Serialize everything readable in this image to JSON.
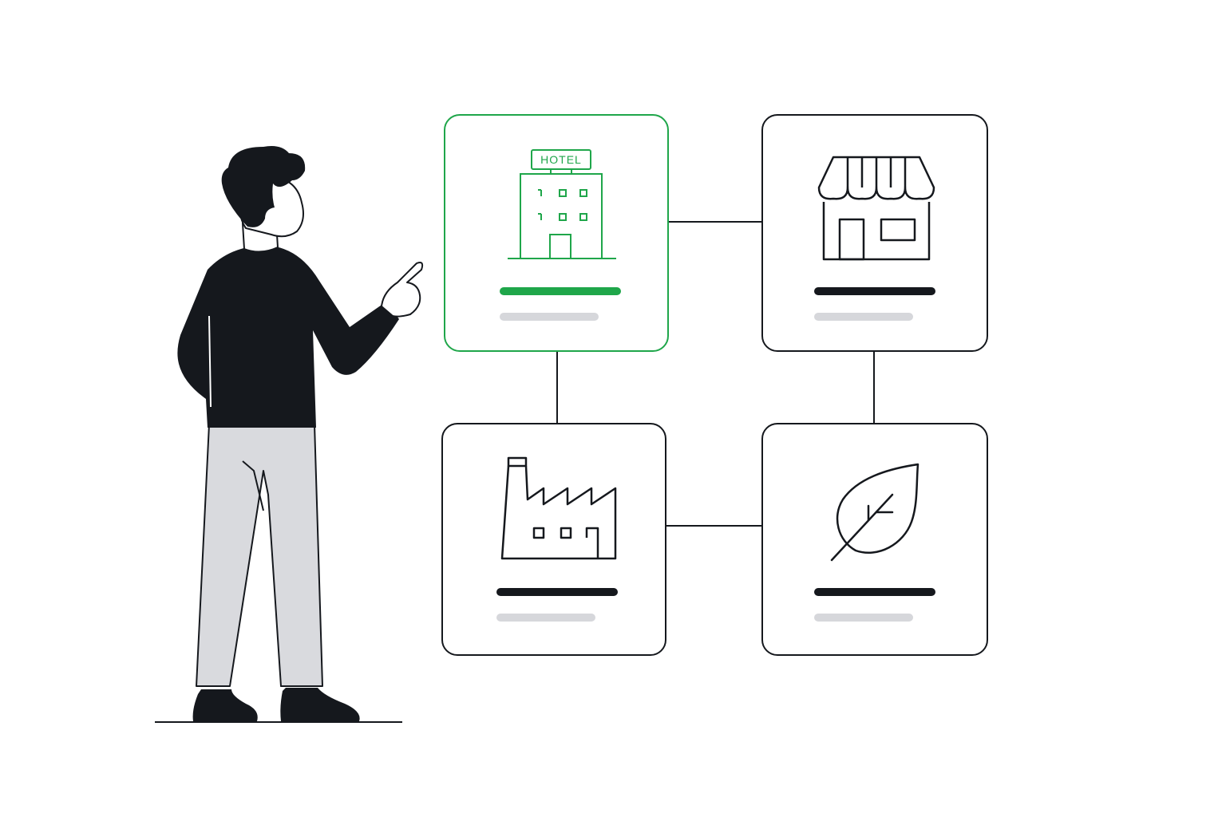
{
  "colors": {
    "accent": "#1fa64a",
    "ink": "#15181d",
    "muted": "#d6d7db",
    "pants": "#d9dade",
    "skin": "#ffffff"
  },
  "cards": [
    {
      "id": "hotel",
      "icon": "hotel-icon",
      "sign_text": "HOTEL",
      "selected": true
    },
    {
      "id": "store",
      "icon": "storefront-icon",
      "selected": false
    },
    {
      "id": "factory",
      "icon": "factory-icon",
      "selected": false
    },
    {
      "id": "nature",
      "icon": "leaf-icon",
      "selected": false
    }
  ],
  "illustration": {
    "subject": "person-pointing"
  }
}
